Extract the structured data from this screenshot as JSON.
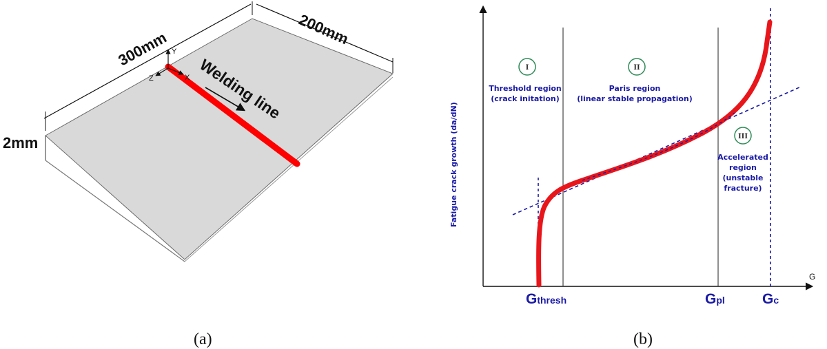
{
  "panel_a": {
    "caption": "(a)",
    "length_label": "300mm",
    "width_label": "200mm",
    "thickness_label": "2mm",
    "weld_label": "Welding line",
    "axis_y": "Y",
    "axis_z": "Z",
    "axis_x": "X",
    "plate_color": "#d9d9d9",
    "weld_color": "#ff0000"
  },
  "panel_b": {
    "caption": "(b)",
    "y_axis_label": "Fatigue crack growth (da/dN)",
    "x_axis_label": "G",
    "curve_color": "#e8161b",
    "text_color": "#1a1aa6",
    "regions": [
      {
        "numeral": "I",
        "name": "Threshold region",
        "desc": "(crack initation)"
      },
      {
        "numeral": "II",
        "name": "Paris region",
        "desc": "(linear stable propagation)"
      },
      {
        "numeral": "III",
        "lines": [
          "Accelerated",
          "region",
          "(unstable",
          "fracture)"
        ]
      }
    ],
    "markers": [
      {
        "main": "G",
        "sub": "thresh"
      },
      {
        "main": "G",
        "sub": "pl"
      },
      {
        "main": "G",
        "sub": "c"
      }
    ]
  }
}
